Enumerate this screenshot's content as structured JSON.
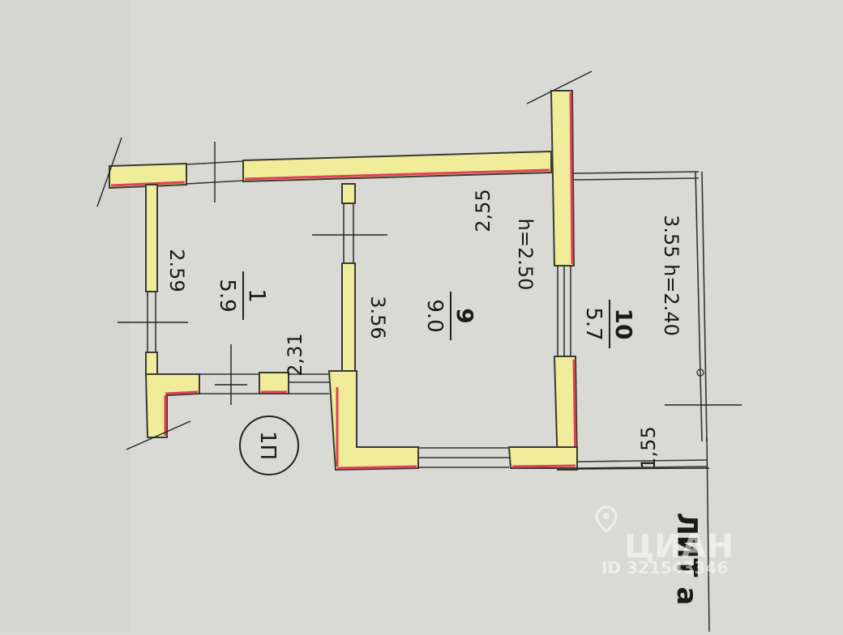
{
  "plan": {
    "rooms": [
      {
        "number": "1",
        "area": "5.9"
      },
      {
        "number": "9",
        "area": "9.0"
      },
      {
        "number": "10",
        "area": "5.7"
      }
    ],
    "dimensions": {
      "d_259": "2.59",
      "d_231": "2,31",
      "d_356": "3.56",
      "d_255": "2,55",
      "h_250": "h=2.50",
      "d_355_h240": "3.55 h=2.40",
      "d_155": "1,55"
    },
    "stair_mark": "1П",
    "building_label": "ЛИТ а",
    "watermark": {
      "brand": "ЦИАН",
      "id": "ID 321543346"
    }
  },
  "colors": {
    "paper": "#d9d9d6",
    "wall_fill": "#f0ec9a",
    "wall_edge": "#e0405a",
    "ink": "#1a1a1a"
  }
}
